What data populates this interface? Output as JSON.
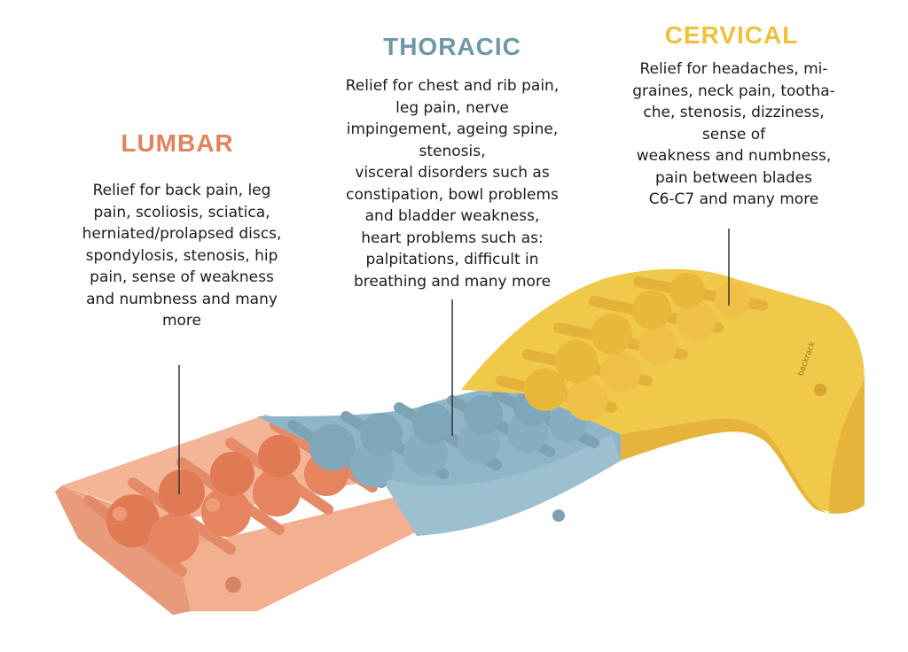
{
  "sections": {
    "lumbar": {
      "heading": "LUMBAR",
      "color": "#e4825c",
      "description": "Relief for back pain, leg\npain, scoliosis, sciatica,\nherniated/prolapsed discs,\nspondylosis, stenosis, hip\npain, sense of weakness\nand numbness and many\nmore"
    },
    "thoracic": {
      "heading": "THORACIC",
      "color": "#6f97a8",
      "description": "Relief for chest and rib pain,\nleg pain, nerve\nimpingement, ageing spine,\nstenosis,\nvisceral disorders such as\nconstipation, bowl problems\nand bladder weakness,\nheart problems such as:\npalpitations, difficult in\nbreathing and many more"
    },
    "cervical": {
      "heading": "CERVICAL",
      "color": "#efc03a",
      "description": "Relief for headaches, mi-\ngraines, neck pain, toothа-\nche, stenosis, dizziness,\nsense of\nweakness and numbness,\npain between blades\nC6-C7 and many more"
    }
  },
  "product": {
    "brand_mark": "backrack"
  },
  "colors": {
    "lumbar_fill": "#f0a88a",
    "lumbar_ball": "#e07a55",
    "thoracic_fill": "#8fb6c8",
    "thoracic_ball": "#7fa7bb",
    "cervical_fill": "#f0c84a",
    "cervical_ball": "#e8b83a",
    "leader_line": "#333333"
  }
}
